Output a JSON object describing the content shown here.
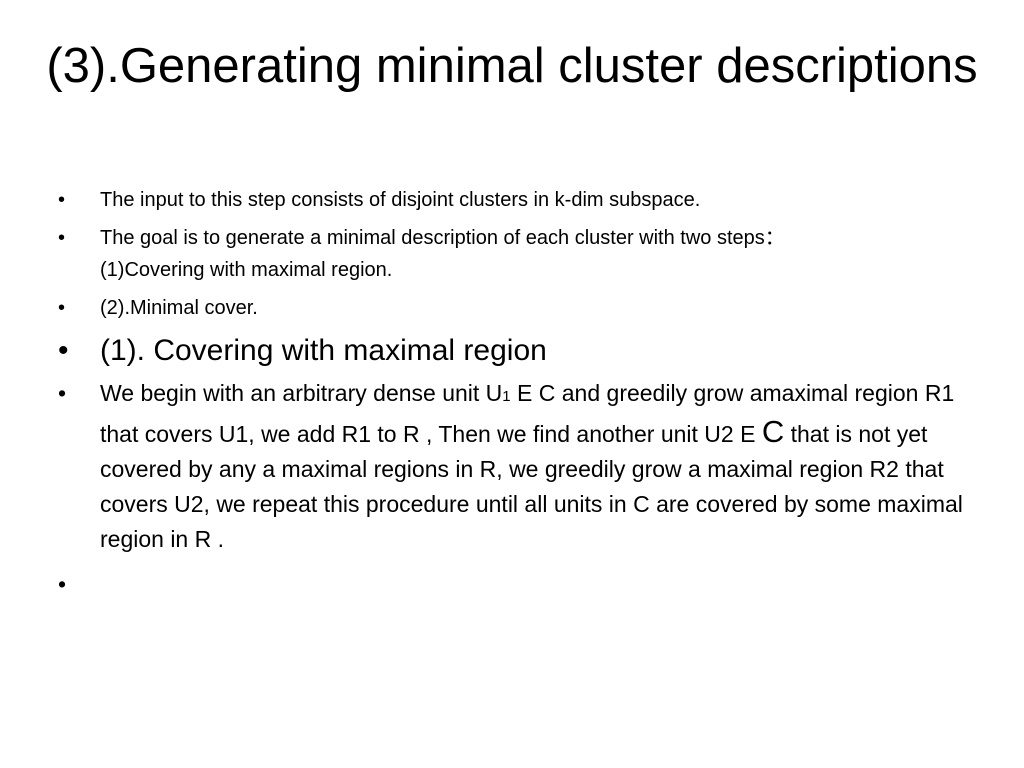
{
  "slide": {
    "title": "(3).Generating minimal cluster descriptions",
    "bullet_char": "•",
    "items": [
      {
        "text": "The input to this step consists of disjoint clusters in k-dim subspace."
      },
      {
        "line1": "The goal is to generate a minimal description of each cluster with two steps：",
        "line2": "(1)Covering with maximal region."
      },
      {
        "text": "(2).Minimal cover."
      },
      {
        "text": "(1). Covering with maximal region"
      },
      {
        "part1": "We begin with an arbitrary dense unit U",
        "sub": "1",
        "part2": " E C and greedily grow amaximal region R1 that covers U1, we add R1 to R , Then we find another unit U2  E ",
        "big_c": "C",
        "part3": "  that is not yet covered by any a maximal regions in R, we greedily grow a maximal region R2 that covers U2, we repeat this procedure until all units in C are covered by some maximal region in R ."
      },
      {
        "text": ""
      }
    ]
  }
}
